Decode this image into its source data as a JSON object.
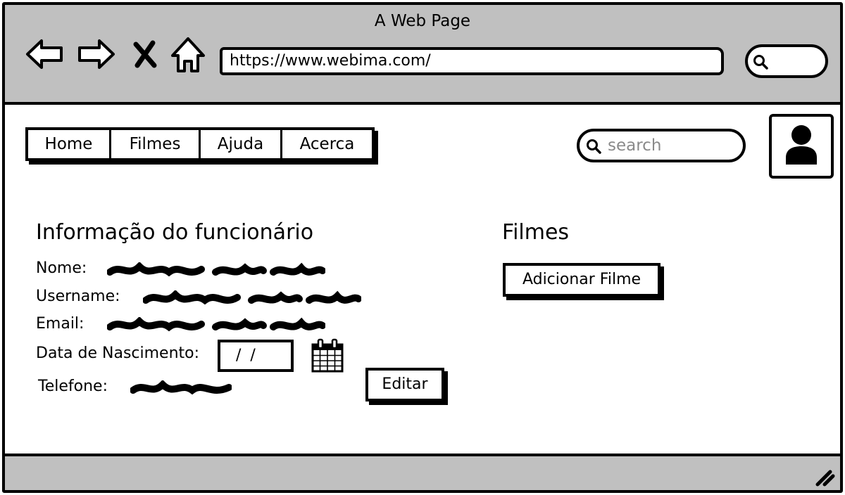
{
  "window": {
    "title": "A Web Page"
  },
  "browser": {
    "url": "https://www.webima.com/",
    "icons": [
      "back-arrow-icon",
      "forward-arrow-icon",
      "close-icon",
      "home-icon",
      "search-icon"
    ]
  },
  "nav": {
    "items": [
      {
        "label": "Home"
      },
      {
        "label": "Filmes"
      },
      {
        "label": "Ajuda"
      },
      {
        "label": "Acerca"
      }
    ]
  },
  "search": {
    "placeholder": "search"
  },
  "employee": {
    "title": "Informação do funcionário",
    "name_label": "Nome:",
    "username_label": "Username:",
    "email_label": "Email:",
    "birthdate_label": "Data de Nascimento:",
    "birthdate_value": "/ /",
    "phone_label": "Telefone:",
    "edit_label": "Editar"
  },
  "movies": {
    "title": "Filmes",
    "add_label": "Adicionar Filme"
  }
}
